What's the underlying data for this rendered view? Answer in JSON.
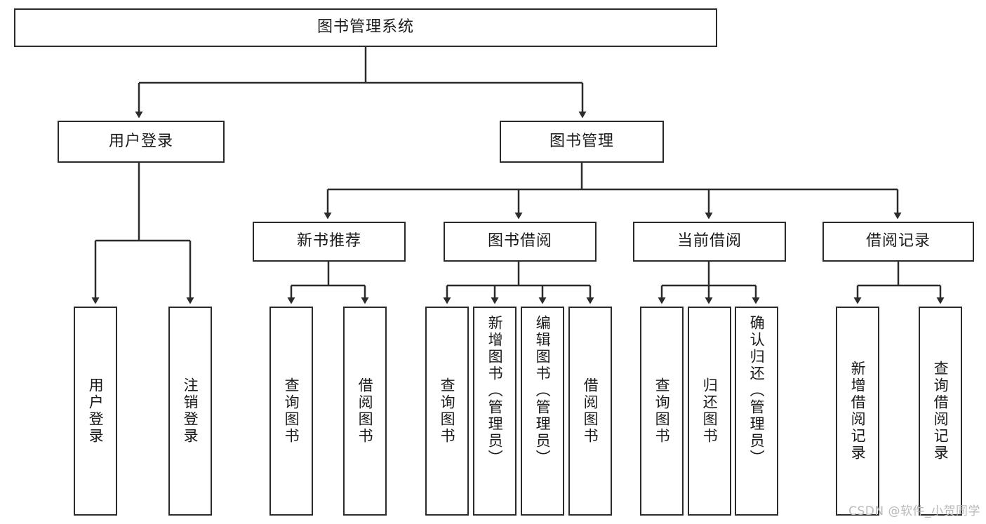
{
  "diagram": {
    "title": "图书管理系统",
    "type": "tree",
    "watermark": "CSDN @软件_小贺同学",
    "colors": {
      "box_border": "#2b2b2b",
      "box_fill": "#ffffff",
      "line": "#2b2b2b",
      "text": "#1a1a1a",
      "watermark": "#b9b9b9"
    },
    "levels": {
      "root": {
        "label": "图书管理系统"
      },
      "level2": [
        {
          "id": "user-login",
          "label": "用户登录"
        },
        {
          "id": "book-manage",
          "label": "图书管理"
        }
      ],
      "level3": [
        {
          "id": "new-book-recommend",
          "label": "新书推荐",
          "parent": "book-manage"
        },
        {
          "id": "book-borrow",
          "label": "图书借阅",
          "parent": "book-manage"
        },
        {
          "id": "current-borrow",
          "label": "当前借阅",
          "parent": "book-manage"
        },
        {
          "id": "borrow-record",
          "label": "借阅记录",
          "parent": "book-manage"
        }
      ],
      "leaves": {
        "user-login": [
          {
            "id": "leaf-user-login",
            "label": "用户登录"
          },
          {
            "id": "leaf-logout",
            "label": "注销登录"
          }
        ],
        "new-book-recommend": [
          {
            "id": "leaf-query-book-1",
            "label": "查询图书"
          },
          {
            "id": "leaf-borrow-book-1",
            "label": "借阅图书"
          }
        ],
        "book-borrow": [
          {
            "id": "leaf-query-book-2",
            "label": "查询图书"
          },
          {
            "id": "leaf-add-book",
            "label": "新增图书（管理员）"
          },
          {
            "id": "leaf-edit-book",
            "label": "编辑图书（管理员）"
          },
          {
            "id": "leaf-borrow-book-2",
            "label": "借阅图书"
          }
        ],
        "current-borrow": [
          {
            "id": "leaf-query-book-3",
            "label": "查询图书"
          },
          {
            "id": "leaf-return-book",
            "label": "归还图书"
          },
          {
            "id": "leaf-confirm-return",
            "label": "确认归还（管理员）"
          }
        ],
        "borrow-record": [
          {
            "id": "leaf-add-record",
            "label": "新增借阅记录"
          },
          {
            "id": "leaf-query-record",
            "label": "查询借阅记录"
          }
        ]
      }
    }
  }
}
